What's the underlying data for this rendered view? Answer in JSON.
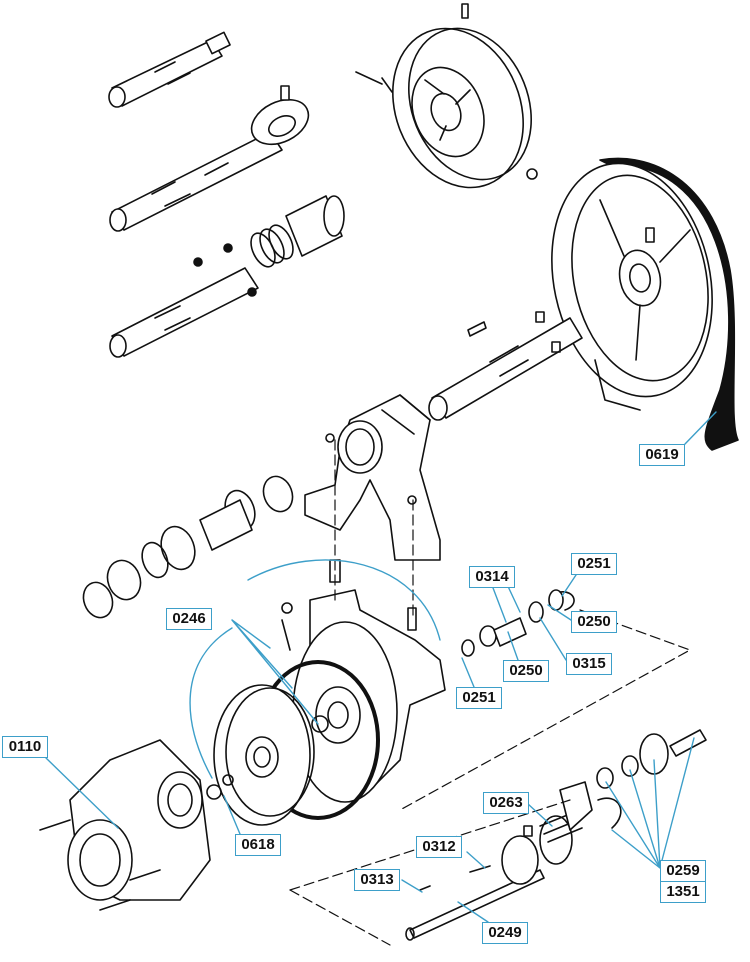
{
  "diagram": {
    "labels": {
      "l0619": "0619",
      "l0314": "0314",
      "l0251a": "0251",
      "l0246": "0246",
      "l0250a": "0250",
      "l0250b": "0250",
      "l0315": "0315",
      "l0251b": "0251",
      "l0110": "0110",
      "l0263": "0263",
      "l0618": "0618",
      "l0312": "0312",
      "l0259": "0259",
      "l1351": "1351",
      "l0313": "0313",
      "l0249": "0249"
    },
    "colors": {
      "leader": "#3d9fc9",
      "ink": "#111111",
      "label_border": "#3d9fc9"
    }
  }
}
